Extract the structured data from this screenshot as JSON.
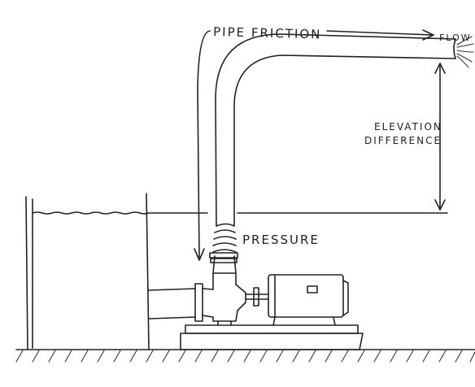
{
  "labels": {
    "pipe_friction": "PIPE FRICTION",
    "flow": "FLOW",
    "elevation_line1": "ELEVATION",
    "elevation_line2": "DIFFERENCE",
    "pressure": "PRESSURE"
  },
  "colors": {
    "ink": "#222222",
    "background": "#ffffff"
  }
}
